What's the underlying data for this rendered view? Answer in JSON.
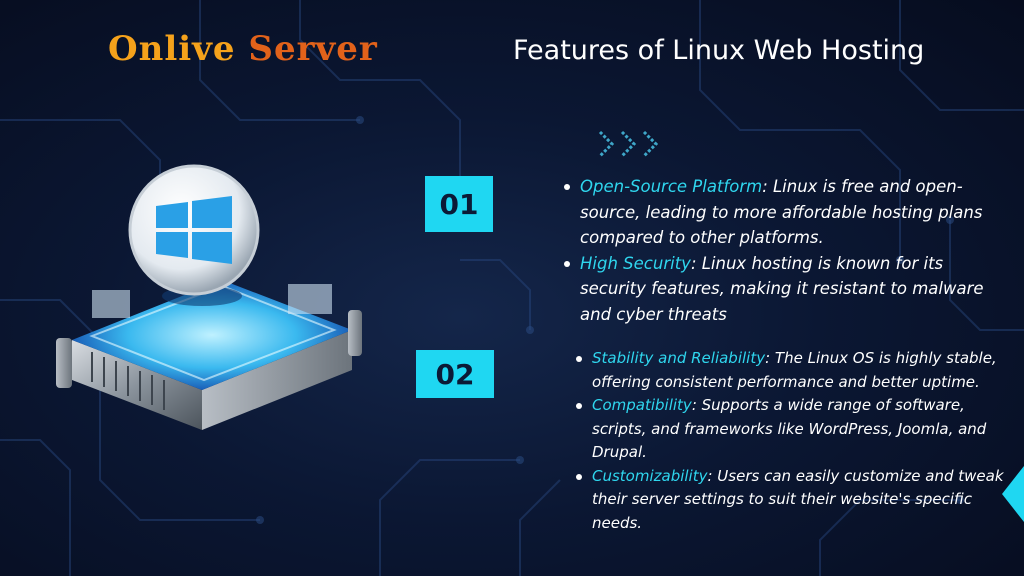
{
  "brand": {
    "word1": "Onlive",
    "word2": "Server"
  },
  "title": "Features of Linux Web Hosting",
  "colors": {
    "accent": "#1fd7f2",
    "term": "#2fd6ee",
    "logo_orange": "#f5a21b",
    "logo_red": "#e2621a",
    "background": "#0b1733"
  },
  "illustration": {
    "icon": "windows-server-icon"
  },
  "sections": [
    {
      "number": "01",
      "items": [
        {
          "term": "Open-Source Platform",
          "text": ": Linux is free and open-source, leading to more affordable hosting plans compared to other platforms."
        },
        {
          "term": "High Security",
          "text": ": Linux hosting is known for its security features, making it resistant to malware and cyber threats"
        }
      ]
    },
    {
      "number": "02",
      "items": [
        {
          "term": "Stability and Reliability",
          "text": ": The Linux OS is highly stable, offering consistent performance and better uptime."
        },
        {
          "term": "Compatibility",
          "text": ": Supports a wide range of software, scripts, and frameworks like WordPress, Joomla, and Drupal."
        },
        {
          "term": "Customizability",
          "text": ": Users can easily customize and tweak their server settings to suit their website's specific needs."
        }
      ]
    }
  ]
}
